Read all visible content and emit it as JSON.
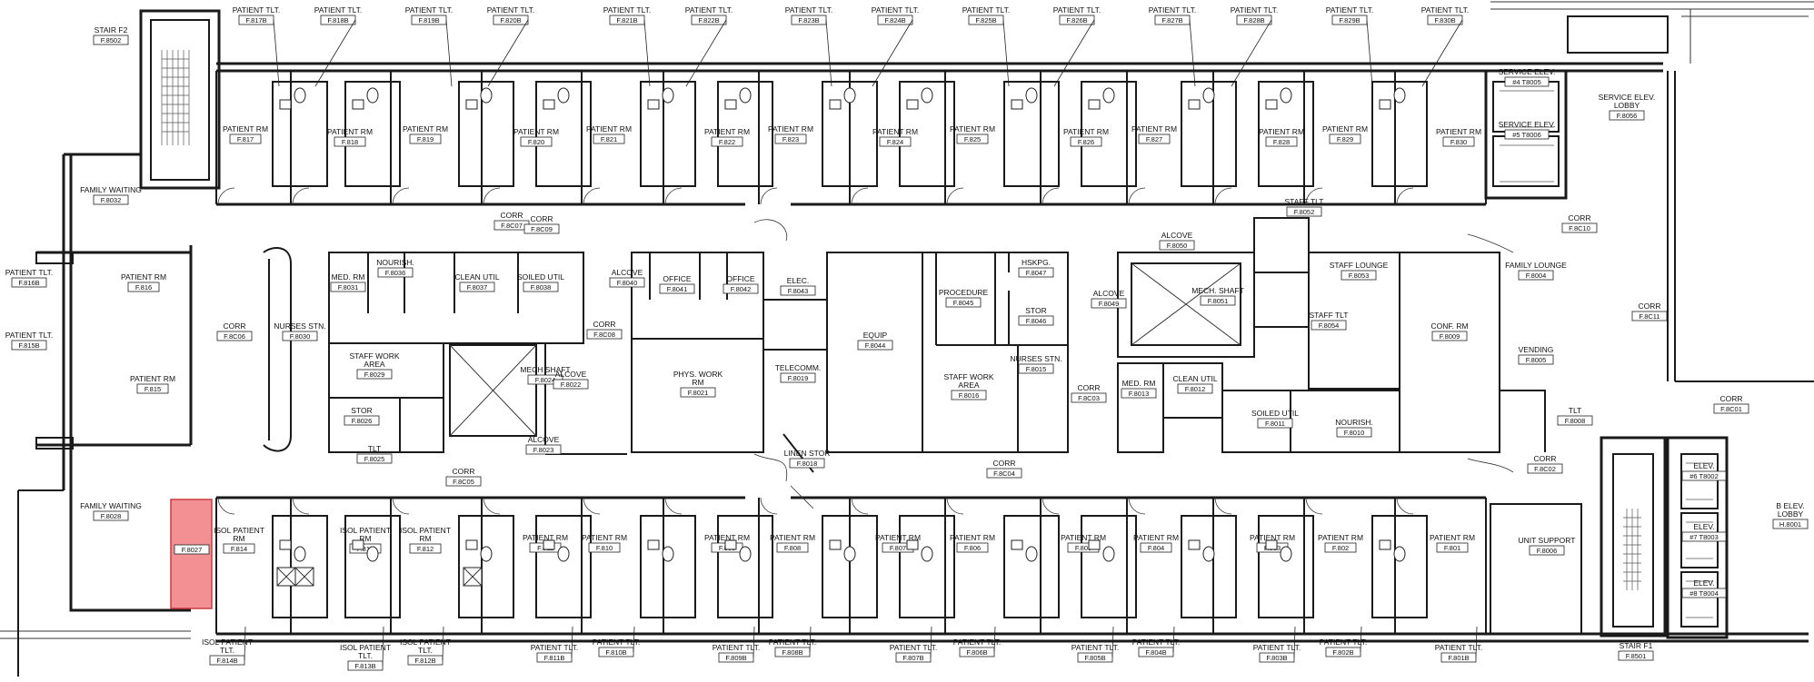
{
  "highlight": {
    "color": "#f07d80",
    "label": "F.8027"
  },
  "top_toilets": [
    {
      "t": "PATIENT TLT.",
      "n": "F.817B"
    },
    {
      "t": "PATIENT TLT.",
      "n": "F.818B"
    },
    {
      "t": "PATIENT TLT.",
      "n": "F.819B"
    },
    {
      "t": "PATIENT TLT.",
      "n": "F.820B"
    },
    {
      "t": "PATIENT TLT.",
      "n": "F.821B"
    },
    {
      "t": "PATIENT TLT.",
      "n": "F.822B"
    },
    {
      "t": "PATIENT TLT.",
      "n": "F.823B"
    },
    {
      "t": "PATIENT TLT.",
      "n": "F.824B"
    },
    {
      "t": "PATIENT TLT.",
      "n": "F.825B"
    },
    {
      "t": "PATIENT TLT.",
      "n": "F.826B"
    },
    {
      "t": "PATIENT TLT.",
      "n": "F.827B"
    },
    {
      "t": "PATIENT TLT.",
      "n": "F.828B"
    },
    {
      "t": "PATIENT TLT.",
      "n": "F.829B"
    },
    {
      "t": "PATIENT TLT.",
      "n": "F.830B"
    }
  ],
  "top_rooms": [
    {
      "t": "PATIENT RM",
      "n": "F.817"
    },
    {
      "t": "PATIENT RM",
      "n": "F.818"
    },
    {
      "t": "PATIENT RM",
      "n": "F.819"
    },
    {
      "t": "PATIENT RM",
      "n": "F.820"
    },
    {
      "t": "PATIENT RM",
      "n": "F.821"
    },
    {
      "t": "PATIENT RM",
      "n": "F.822"
    },
    {
      "t": "PATIENT RM",
      "n": "F.823"
    },
    {
      "t": "PATIENT RM",
      "n": "F.824"
    },
    {
      "t": "PATIENT RM",
      "n": "F.825"
    },
    {
      "t": "PATIENT RM",
      "n": "F.826"
    },
    {
      "t": "PATIENT RM",
      "n": "F.827"
    },
    {
      "t": "PATIENT RM",
      "n": "F.828"
    },
    {
      "t": "PATIENT RM",
      "n": "F.829"
    },
    {
      "t": "PATIENT RM",
      "n": "F.830"
    }
  ],
  "bottom_rooms": [
    {
      "t": "ISOL PATIENT RM",
      "n": "F.814"
    },
    {
      "t": "ISOL PATIENT RM",
      "n": "F.813"
    },
    {
      "t": "ISOL PATIENT RM",
      "n": "F.812"
    },
    {
      "t": "PATIENT RM",
      "n": "F.811"
    },
    {
      "t": "PATIENT RM",
      "n": "F.810"
    },
    {
      "t": "PATIENT RM",
      "n": "F.809"
    },
    {
      "t": "PATIENT RM",
      "n": "F.808"
    },
    {
      "t": "PATIENT RM",
      "n": "F.807"
    },
    {
      "t": "PATIENT RM",
      "n": "F.806"
    },
    {
      "t": "PATIENT RM",
      "n": "F.805"
    },
    {
      "t": "PATIENT RM",
      "n": "F.804"
    },
    {
      "t": "PATIENT RM",
      "n": "F.803"
    },
    {
      "t": "PATIENT RM",
      "n": "F.802"
    },
    {
      "t": "PATIENT RM",
      "n": "F.801"
    }
  ],
  "bottom_toilets": [
    {
      "t": "ISOL PATIENT TLT.",
      "n": "F.814B"
    },
    {
      "t": "ISOL PATIENT TLT.",
      "n": "F.813B"
    },
    {
      "t": "ISOL PATIENT TLT.",
      "n": "F.812B"
    },
    {
      "t": "PATIENT TLT.",
      "n": "F.811B"
    },
    {
      "t": "PATIENT TLT.",
      "n": "F.810B"
    },
    {
      "t": "PATIENT TLT.",
      "n": "F.809B"
    },
    {
      "t": "PATIENT TLT.",
      "n": "F.808B"
    },
    {
      "t": "PATIENT TLT.",
      "n": "F.807B"
    },
    {
      "t": "PATIENT TLT.",
      "n": "F.806B"
    },
    {
      "t": "PATIENT TLT.",
      "n": "F.805B"
    },
    {
      "t": "PATIENT TLT.",
      "n": "F.804B"
    },
    {
      "t": "PATIENT TLT.",
      "n": "F.803B"
    },
    {
      "t": "PATIENT TLT.",
      "n": "F.802B"
    },
    {
      "t": "PATIENT TLT.",
      "n": "F.801B"
    }
  ],
  "spaces": [
    {
      "t": "STAIR F2",
      "n": "F.8502"
    },
    {
      "t": "FAMILY WAITING",
      "n": "F.8032"
    },
    {
      "t": "PATIENT TLT.",
      "n": "F.816B"
    },
    {
      "t": "PATIENT RM",
      "n": "F.816"
    },
    {
      "t": "PATIENT TLT.",
      "n": "F.815B"
    },
    {
      "t": "PATIENT RM",
      "n": "F.815"
    },
    {
      "t": "CORR",
      "n": "F.8C06"
    },
    {
      "t": "NURSES STN.",
      "n": "F.8030"
    },
    {
      "t": "MED. RM",
      "n": "F.8031"
    },
    {
      "t": "NOURISH.",
      "n": "F.8036"
    },
    {
      "t": "CLEAN UTIL",
      "n": "F.8037"
    },
    {
      "t": "SOILED UTIL",
      "n": "F.8038"
    },
    {
      "t": "STAFF WORK AREA",
      "n": "F.8029"
    },
    {
      "t": "STOR",
      "n": "F.8026"
    },
    {
      "t": "TLT",
      "n": "F.8025"
    },
    {
      "t": "MECH SHAFT",
      "n": "F.8024"
    },
    {
      "t": "ALCOVE",
      "n": "F.8022"
    },
    {
      "t": "ALCOVE",
      "n": "F.8023"
    },
    {
      "t": "CORR",
      "n": "F.8C05"
    },
    {
      "t": "CORR",
      "n": "F.8C07"
    },
    {
      "t": "ALCOVE",
      "n": "F.8040"
    },
    {
      "t": "OFFICE",
      "n": "F.8041"
    },
    {
      "t": "OFFICE",
      "n": "F.8042"
    },
    {
      "t": "CORR",
      "n": "F.8C08"
    },
    {
      "t": "PHYS. WORK RM",
      "n": "F.8021"
    },
    {
      "t": "ELEC.",
      "n": "F.8043"
    },
    {
      "t": "EQUIP",
      "n": "F.8044"
    },
    {
      "t": "TELECOMM.",
      "n": "F.8019"
    },
    {
      "t": "LINEN STOR",
      "n": "F.8018"
    },
    {
      "t": "PROCEDURE",
      "n": "F.8045"
    },
    {
      "t": "HSKPG.",
      "n": "F.8047"
    },
    {
      "t": "STOR",
      "n": "F.8046"
    },
    {
      "t": "STAFF WORK AREA",
      "n": "F.8016"
    },
    {
      "t": "NURSES STN.",
      "n": "F.8015"
    },
    {
      "t": "CORR",
      "n": "F.8C04"
    },
    {
      "t": "CORR",
      "n": "F.8C03"
    },
    {
      "t": "ALCOVE",
      "n": "F.8049"
    },
    {
      "t": "ALCOVE",
      "n": "F.8050"
    },
    {
      "t": "MECH. SHAFT",
      "n": "F.8051"
    },
    {
      "t": "MED. RM",
      "n": "F.8013"
    },
    {
      "t": "CLEAN UTIL",
      "n": "F.8012"
    },
    {
      "t": "SOILED UTIL",
      "n": "F.8011"
    },
    {
      "t": "NOURISH.",
      "n": "F.8010"
    },
    {
      "t": "STAFF TLT",
      "n": "F.8052"
    },
    {
      "t": "STAFF LOUNGE",
      "n": "F.8053"
    },
    {
      "t": "STAFF TLT",
      "n": "F.8054"
    },
    {
      "t": "CONF. RM",
      "n": "F.8009"
    },
    {
      "t": "FAMILY LOUNGE",
      "n": "F.8004"
    },
    {
      "t": "VENDING",
      "n": "F.8005"
    },
    {
      "t": "TLT",
      "n": "F.8008"
    },
    {
      "t": "CORR",
      "n": "F.8C10"
    },
    {
      "t": "CORR",
      "n": "F.8C11"
    },
    {
      "t": "CORR",
      "n": "F.8C01"
    },
    {
      "t": "CORR",
      "n": "F.8C02"
    },
    {
      "t": "SERVICE ELEV.",
      "n": "#4 T8005"
    },
    {
      "t": "SERVICE ELEV.",
      "n": "#5 T8006"
    },
    {
      "t": "SERVICE ELEV. LOBBY",
      "n": "F.8056"
    },
    {
      "t": "FAMILY WAITING",
      "n": "F.8028"
    },
    {
      "t": "UNIT SUPPORT",
      "n": "F.8006"
    },
    {
      "t": "STAIR F1",
      "n": "F.8501"
    },
    {
      "t": "ELEV.",
      "n": "#6 T8002"
    },
    {
      "t": "ELEV.",
      "n": "#7 T8003"
    },
    {
      "t": "ELEV.",
      "n": "#8 T8004"
    },
    {
      "t": "B ELEV. LOBBY",
      "n": "H.8001"
    },
    {
      "t": "CORR",
      "n": "F.8C09"
    }
  ]
}
